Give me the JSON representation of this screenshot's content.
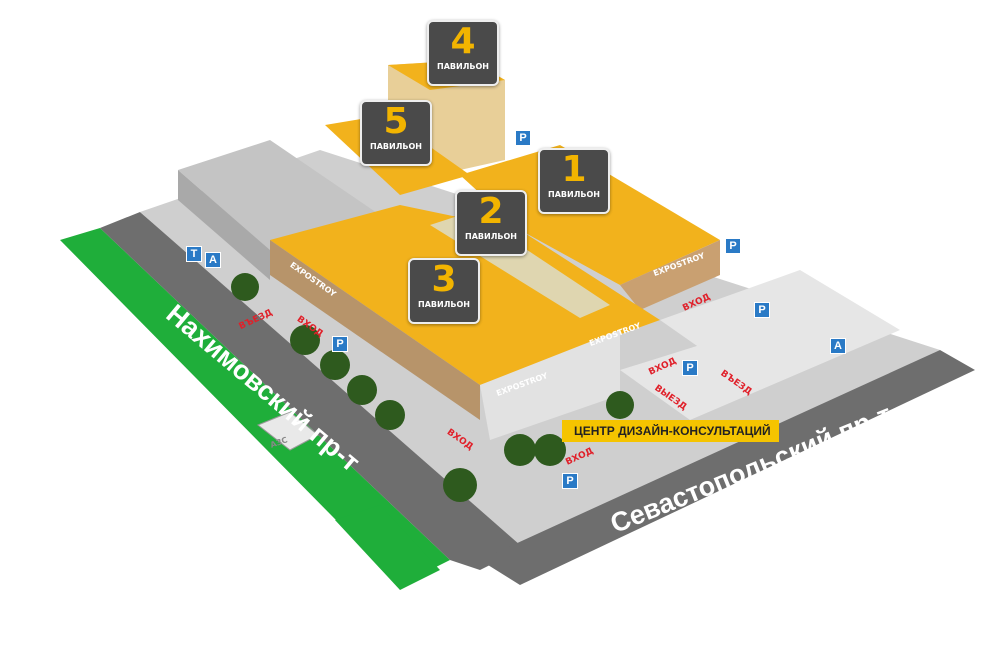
{
  "pavilions": [
    {
      "number": "1",
      "label": "ПАВИЛЬОН"
    },
    {
      "number": "2",
      "label": "ПАВИЛЬОН"
    },
    {
      "number": "3",
      "label": "ПАВИЛЬОН"
    },
    {
      "number": "4",
      "label": "ПАВИЛЬОН"
    },
    {
      "number": "5",
      "label": "ПАВИЛЬОН"
    }
  ],
  "roads": {
    "left": "Нахимовский пр-т",
    "right": "Севастопольский пр-т"
  },
  "callout": "ЦЕНТР ДИЗАЙН-КОНСУЛЬТАЦИЙ",
  "markings": {
    "entry": "ВЪЕЗД",
    "entrance": "ВХОД",
    "exit": "ВЫЕЗД"
  },
  "gas_station": "АЗС",
  "brand": "EXPOSTROY",
  "signs": {
    "parking": "P",
    "taxi": "T",
    "bus": "A"
  },
  "colors": {
    "roof": "#f2b21c",
    "road": "#707070",
    "grass": "#1fae3a",
    "ground": "#d4d4d4"
  }
}
